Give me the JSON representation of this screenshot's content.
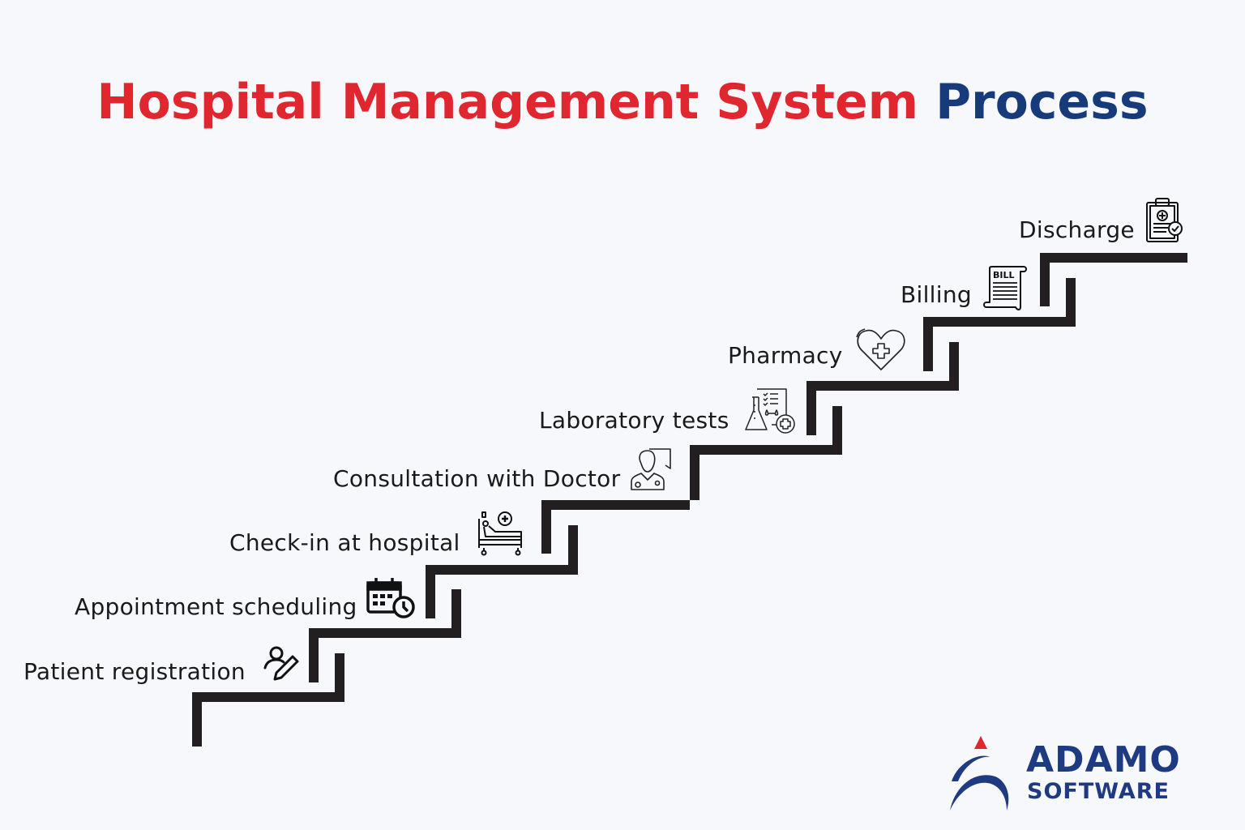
{
  "title": {
    "part1": "Hospital Management System",
    "part2": "Process",
    "color_primary": "#e0262f",
    "color_accent": "#173a7a"
  },
  "steps": [
    {
      "label": "Patient registration",
      "icon": "user-edit-icon"
    },
    {
      "label": "Appointment scheduling",
      "icon": "calendar-clock-icon"
    },
    {
      "label": "Check-in at hospital",
      "icon": "hospital-bed-icon"
    },
    {
      "label": "Consultation with Doctor",
      "icon": "doctor-chat-icon"
    },
    {
      "label": "Laboratory tests",
      "icon": "lab-flask-icon"
    },
    {
      "label": "Pharmacy",
      "icon": "heart-cross-icon"
    },
    {
      "label": "Billing",
      "icon": "bill-receipt-icon"
    },
    {
      "label": "Discharge",
      "icon": "clipboard-check-icon"
    }
  ],
  "logo": {
    "name": "ADAMO",
    "sub": "SOFTWARE",
    "color": "#1e3a80",
    "accent": "#e0262f"
  },
  "colors": {
    "background": "#f7f8fc",
    "stairs": "#231f20",
    "label_text": "#1a1a1a"
  }
}
